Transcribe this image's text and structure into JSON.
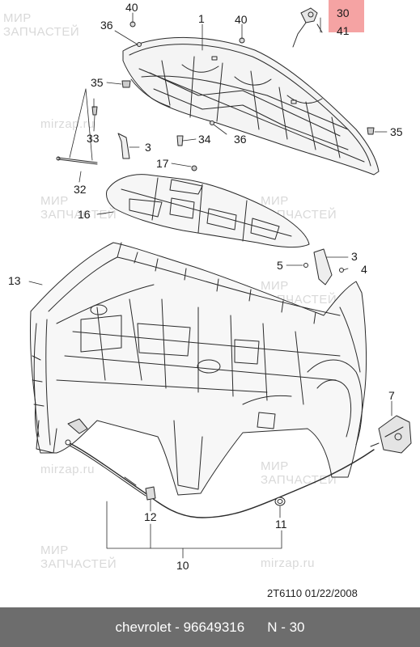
{
  "callouts": {
    "c40a": "40",
    "c1": "1",
    "c40b": "40",
    "c30": "30",
    "c41": "41",
    "c36a": "36",
    "c35a": "35",
    "c33": "33",
    "c3a": "3",
    "c34": "34",
    "c36b": "36",
    "c35b": "35",
    "c17": "17",
    "c32": "32",
    "c16": "16",
    "c5": "5",
    "c3b": "3",
    "c4": "4",
    "c13": "13",
    "c7": "7",
    "c12": "12",
    "c11": "11",
    "c10": "10"
  },
  "diagram_code": "2T6110  01/22/2008",
  "footer": {
    "brand_part": "chevrolet - 96649316",
    "ref": "N - 30"
  },
  "watermark": {
    "line1": "МИР",
    "line2": "ЗАПЧАСТЕЙ",
    "site": "mirzap.ru"
  },
  "colors": {
    "highlight": "#f5a3a3",
    "footer_bg": "#6d6d6d",
    "watermark": "#d9d9d9"
  }
}
